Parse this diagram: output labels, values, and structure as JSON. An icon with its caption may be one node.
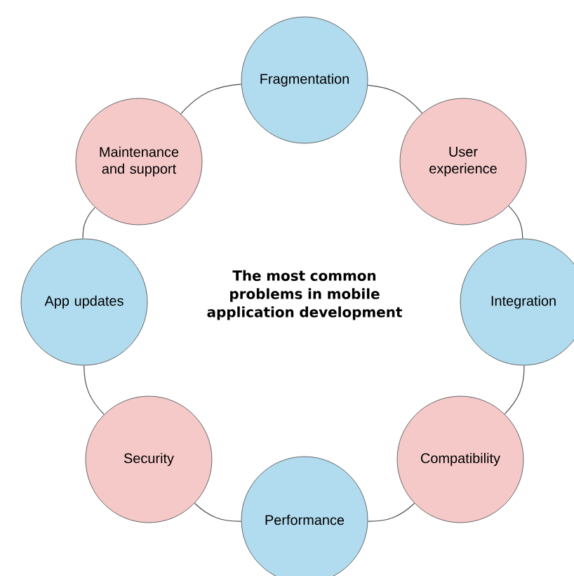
{
  "diagram": {
    "nodes": [
      {
        "text": [
          "Fragmentation"
        ]
      },
      {
        "text": [
          "User experience"
        ]
      },
      {
        "text": [
          "Integration"
        ]
      },
      {
        "text": [
          "Compatibility"
        ]
      },
      {
        "text": [
          "Performance"
        ]
      },
      {
        "text": [
          "Security"
        ]
      },
      {
        "text": [
          "App updates"
        ]
      },
      {
        "text": [
          "Maintenance and support"
        ]
      }
    ],
    "edges": [
      {
        "from": 0,
        "to": 1,
        "arrow": "none"
      },
      {
        "from": 1,
        "to": 2,
        "arrow": "none"
      },
      {
        "from": 2,
        "to": 3,
        "arrow": "none"
      },
      {
        "from": 3,
        "to": 4,
        "arrow": "none"
      },
      {
        "from": 4,
        "to": 5,
        "arrow": "none"
      },
      {
        "from": 5,
        "to": 6,
        "arrow": "none"
      },
      {
        "from": 6,
        "to": 7,
        "arrow": "none"
      },
      {
        "from": 7,
        "to": 0,
        "arrow": "none"
      }
    ],
    "labels": [
      "The most common problems in mobile application development"
    ]
  }
}
